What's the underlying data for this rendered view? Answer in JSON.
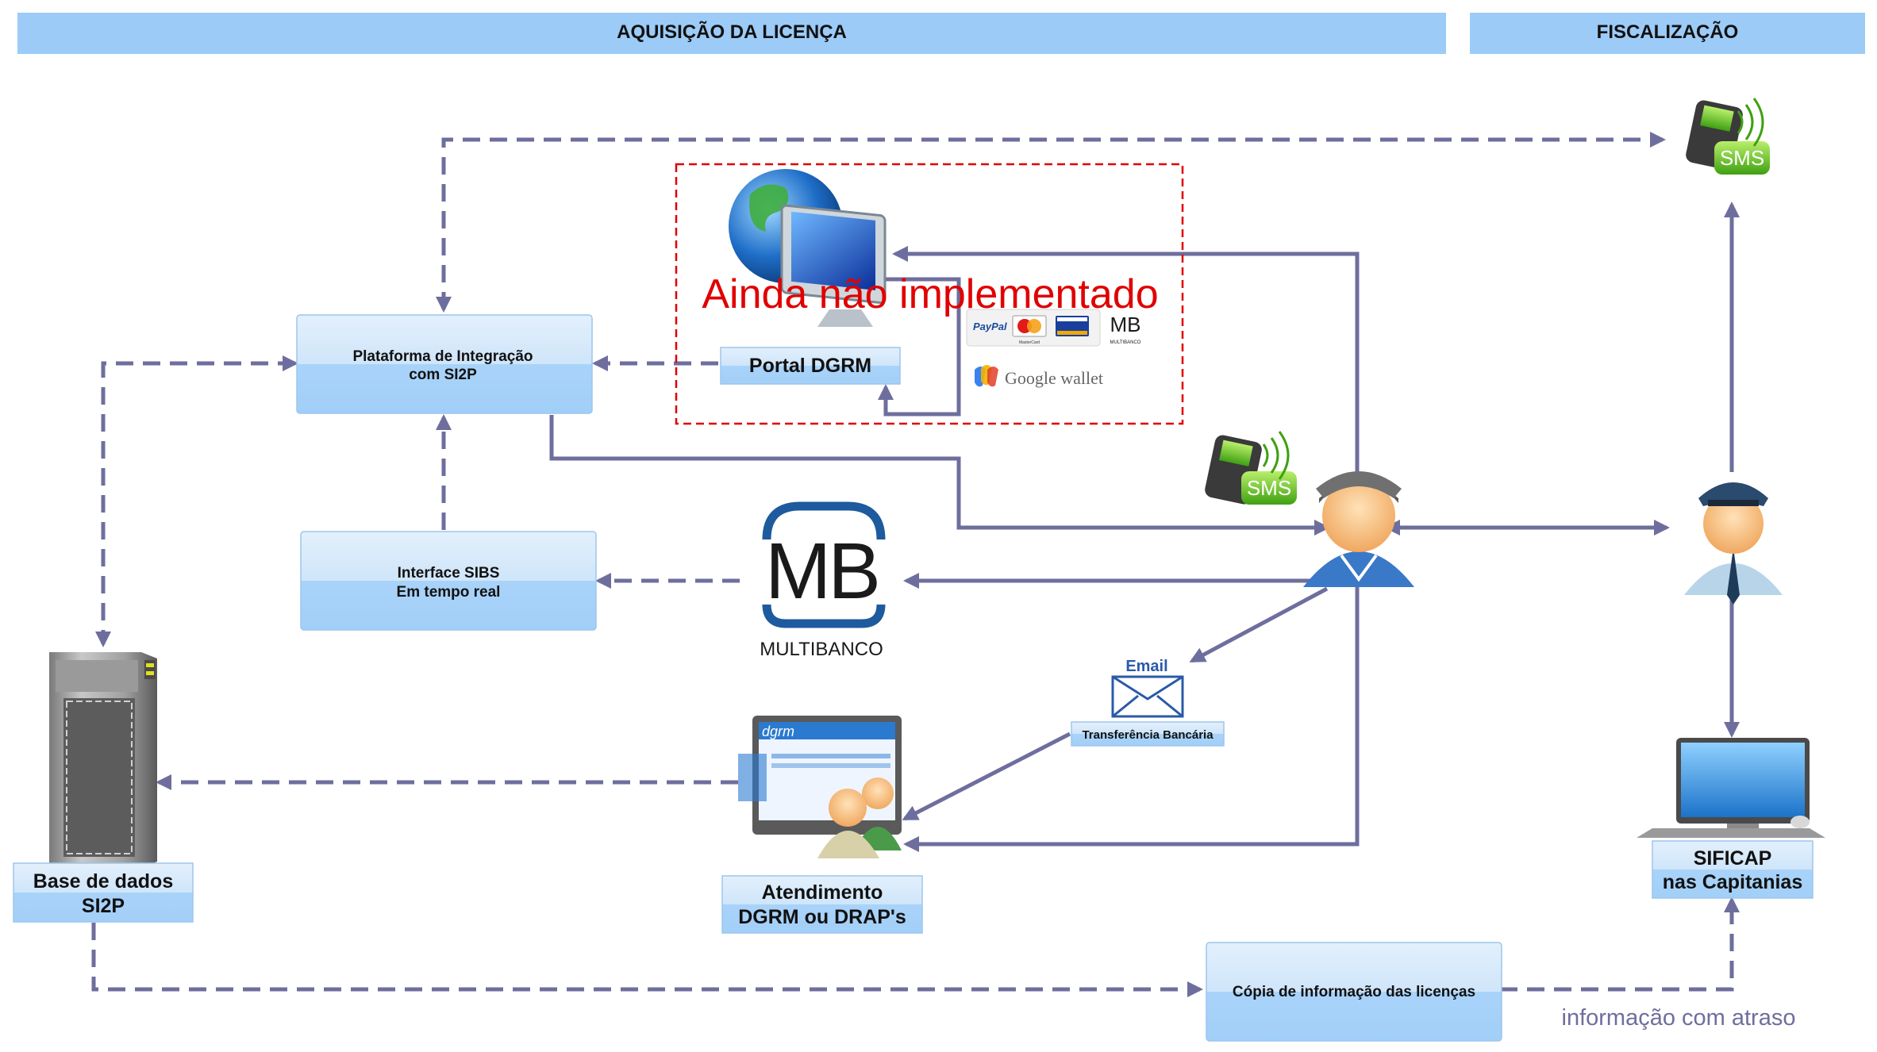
{
  "headers": {
    "left": "AQUISIÇÃO DA LICENÇA",
    "right": "FISCALIZAÇÃO"
  },
  "boxes": {
    "plataforma": [
      "Plataforma de Integração",
      "com SI2P"
    ],
    "interface_sibs": [
      "Interface SIBS",
      "Em tempo real"
    ],
    "portal": "Portal DGRM",
    "base_dados": [
      "Base de dados",
      "SI2P"
    ],
    "atendimento": [
      "Atendimento",
      "DGRM ou DRAP's"
    ],
    "transferencia": "Transferência Bancária",
    "copia": "Cópia de informação das licenças",
    "sificap": [
      "SIFICAP",
      "nas Capitanias"
    ]
  },
  "annotations": {
    "not_implemented": "Ainda não implementado",
    "delay": "informação com atraso"
  },
  "logos": {
    "paypal": "PayPal",
    "mastercard": "MasterCard",
    "visa": "VISA",
    "mb_small": "MB",
    "mb_small_sub": "MULTIBANCO",
    "google_wallet": "Google wallet",
    "mb_big": "MB",
    "mb_big_sub": "MULTIBANCO",
    "email": "Email",
    "sms": "SMS",
    "dgrm": "dgrm"
  },
  "colors": {
    "header_bg": "#9ccbf7",
    "box_top": "#dcecfb",
    "box_bottom": "#a8d2f8",
    "connector": "#6e6e9e",
    "highlight_red": "#e00000"
  }
}
